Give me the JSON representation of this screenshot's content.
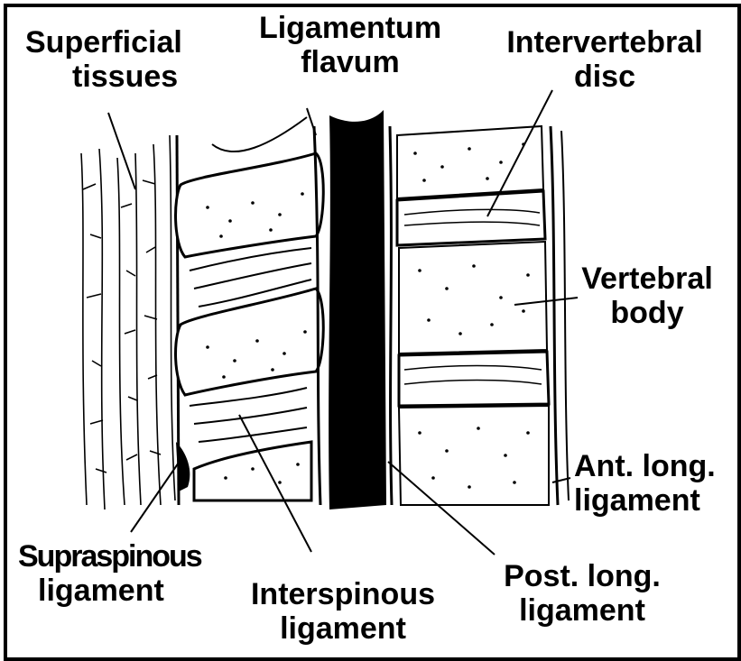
{
  "labels": {
    "superficial_tissues": [
      "Superficial",
      "tissues"
    ],
    "ligamentum_flavum": [
      "Ligamentum",
      "flavum"
    ],
    "intervertebral_disc": [
      "Intervertebral",
      "disc"
    ],
    "vertebral_body": [
      "Vertebral",
      "body"
    ],
    "ant_long_ligament": [
      "Ant. long.",
      "ligament"
    ],
    "post_long_ligament": [
      "Post. long.",
      "ligament"
    ],
    "interspinous_ligament": [
      "Interspinous",
      "ligament"
    ],
    "supraspinous_ligament": [
      "Supraspinous",
      "ligament"
    ]
  },
  "colors": {
    "ink": "#000000",
    "paper": "#ffffff"
  }
}
